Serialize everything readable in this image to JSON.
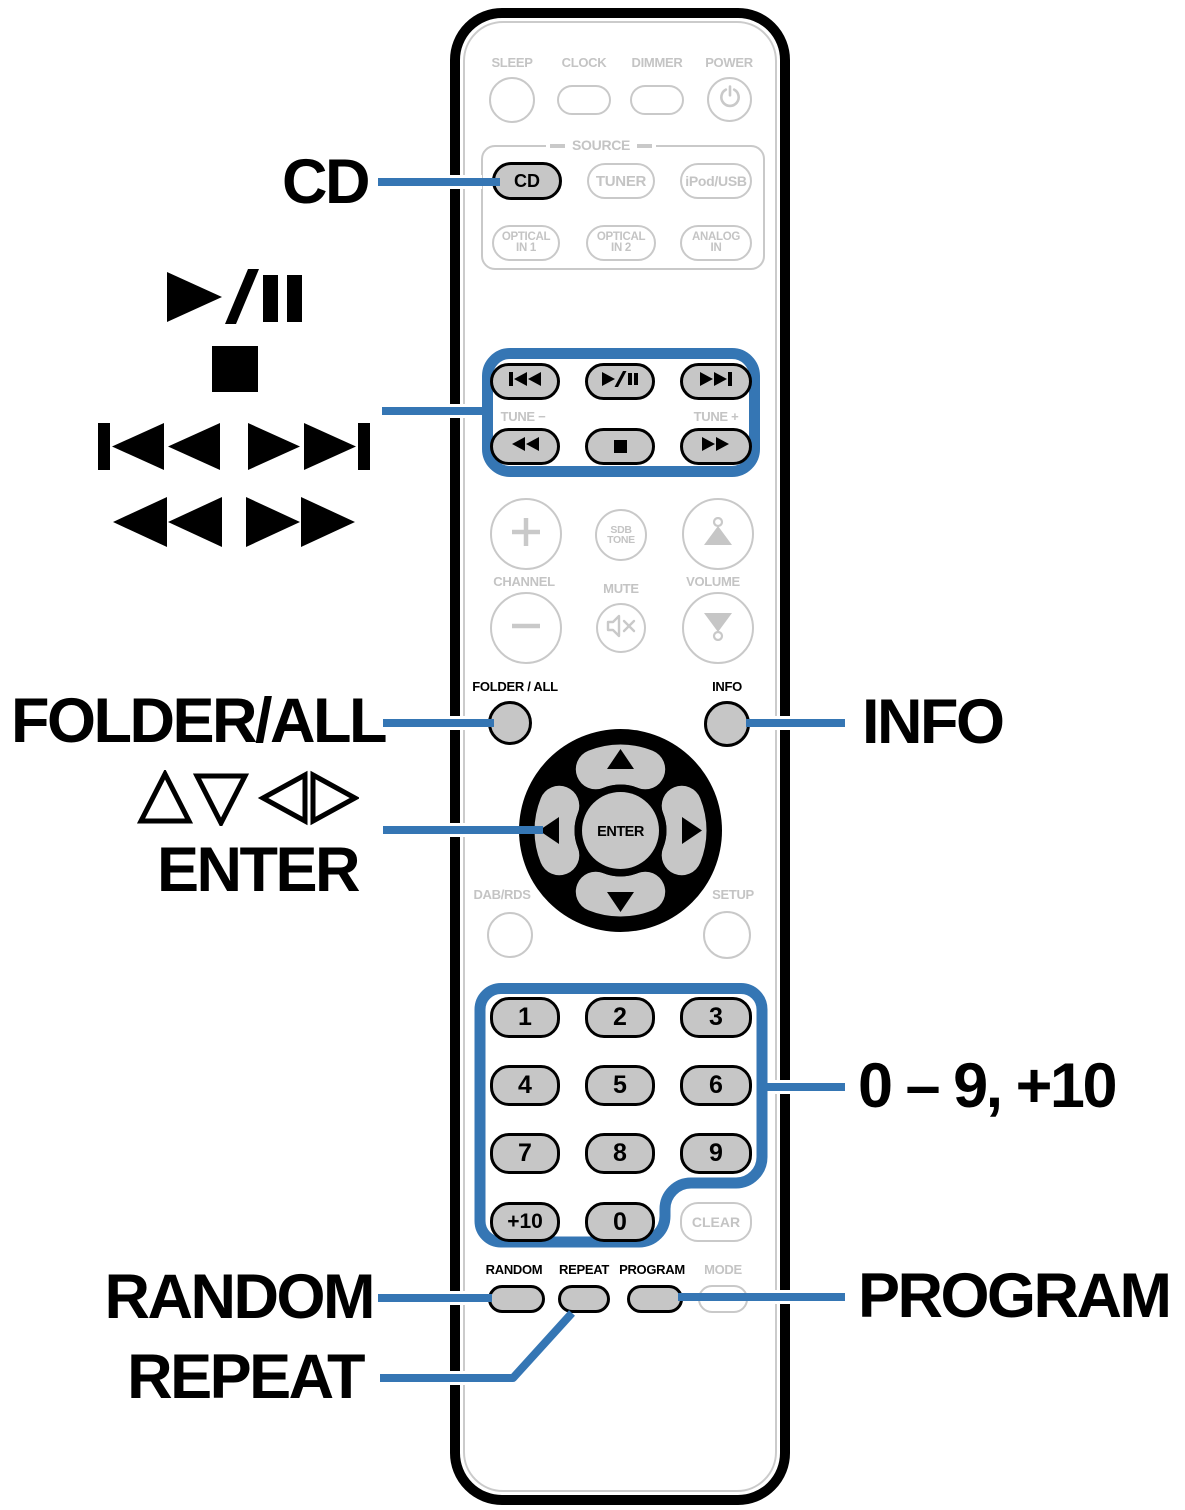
{
  "colors": {
    "accent_blue": "#3576b4",
    "outline_gray": "#c9c9c9",
    "text_gray": "#c4c4c4",
    "button_fill_gray": "#c6c6c6",
    "black": "#000000"
  },
  "callouts": {
    "cd": "CD",
    "folder_all": "FOLDER/ALL",
    "enter": "ENTER",
    "random": "RANDOM",
    "repeat": "REPEAT",
    "info": "INFO",
    "numbers": "0 – 9, +10",
    "program": "PROGRAM",
    "icons": {
      "play_pause": "play-pause-icon",
      "stop": "stop-icon",
      "skip": "skip-back-skip-forward-icon",
      "scan": "rewind-fast-forward-icon",
      "cursor": "cursor-up-down-left-right-icon"
    }
  },
  "remote": {
    "top_row": {
      "sleep": "SLEEP",
      "clock": "CLOCK",
      "dimmer": "DIMMER",
      "power": "POWER"
    },
    "source": {
      "label": "SOURCE",
      "cd": "CD",
      "tuner": "TUNER",
      "ipod_usb": "iPod/USB",
      "optical1": {
        "l1": "OPTICAL",
        "l2": "IN 1"
      },
      "optical2": {
        "l1": "OPTICAL",
        "l2": "IN 2"
      },
      "analog": {
        "l1": "ANALOG",
        "l2": "IN"
      }
    },
    "transport": {
      "tune_minus": "TUNE −",
      "tune_plus": "TUNE +"
    },
    "middle": {
      "channel": "CHANNEL",
      "mute": "MUTE",
      "volume": "VOLUME",
      "sdb": {
        "l1": "SDB",
        "l2": "TONE"
      }
    },
    "nav": {
      "folder_all": "FOLDER / ALL",
      "info": "INFO",
      "enter": "ENTER",
      "dab_rds": "DAB/RDS",
      "setup": "SETUP"
    },
    "numpad": {
      "keys": [
        "1",
        "2",
        "3",
        "4",
        "5",
        "6",
        "7",
        "8",
        "9",
        "+10",
        "0"
      ],
      "clear": "CLEAR"
    },
    "bottom": {
      "random": "RANDOM",
      "repeat": "REPEAT",
      "program": "PROGRAM",
      "mode": "MODE"
    }
  }
}
